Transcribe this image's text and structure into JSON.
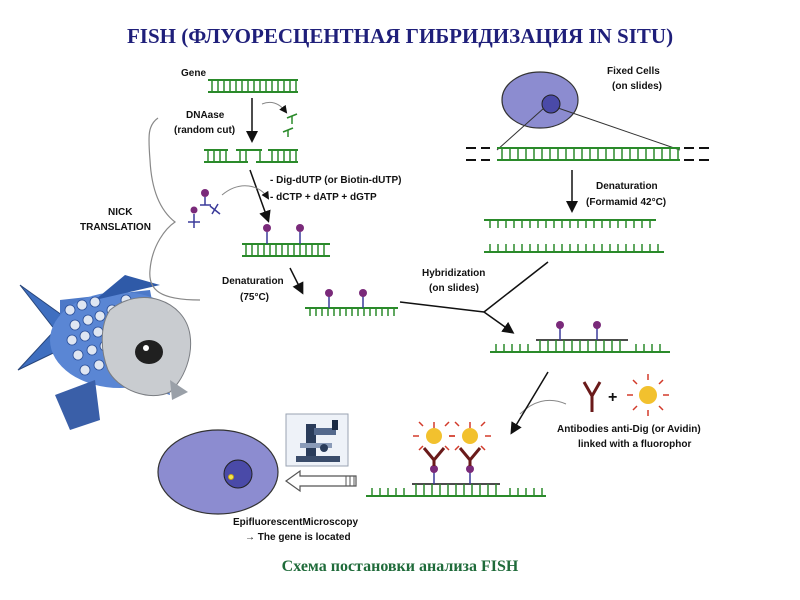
{
  "title": "FISH (ФЛУОРЕСЦЕНТНАЯ ГИБРИДИЗАЦИЯ IN SITU)",
  "caption": "Схема постановки анализа FISH",
  "labels": {
    "gene": "Gene",
    "dnaase_1": "DNAase",
    "dnaase_2": "(random cut)",
    "nucleotides_1": "- Dig-dUTP (or Biotin-dUTP)",
    "nucleotides_2": "- dCTP + dATP + dGTP",
    "nick_1": "NICK",
    "nick_2": "TRANSLATION",
    "denat1_1": "Denaturation",
    "denat1_2": "(75°C)",
    "fixed_1": "Fixed Cells",
    "fixed_2": "(on slides)",
    "denat2_1": "Denaturation",
    "denat2_2": "(Formamid 42°C)",
    "hybrid_1": "Hybridization",
    "hybrid_2": "(on slides)",
    "antibody_1": "Antibodies anti-Dig (or Avidin)",
    "antibody_2": "linked with a fluorophor",
    "plus": "+",
    "micro_1": "EpifluorescentMicroscopy",
    "micro_2": "→ The gene is located"
  },
  "colors": {
    "dna_strand": "#2a8a2a",
    "probe_marker": "#7a2a7a",
    "probe_stem": "#3a3a9a",
    "cell_fill": "#8c8cd0",
    "nucleus_fill": "#4a4aa8",
    "fluorophore": "#f2c12e",
    "fluor_rays": "#d23a2a",
    "antibody": "#6a1a1a",
    "title": "#1f1f7a",
    "caption": "#1f6b3a"
  }
}
